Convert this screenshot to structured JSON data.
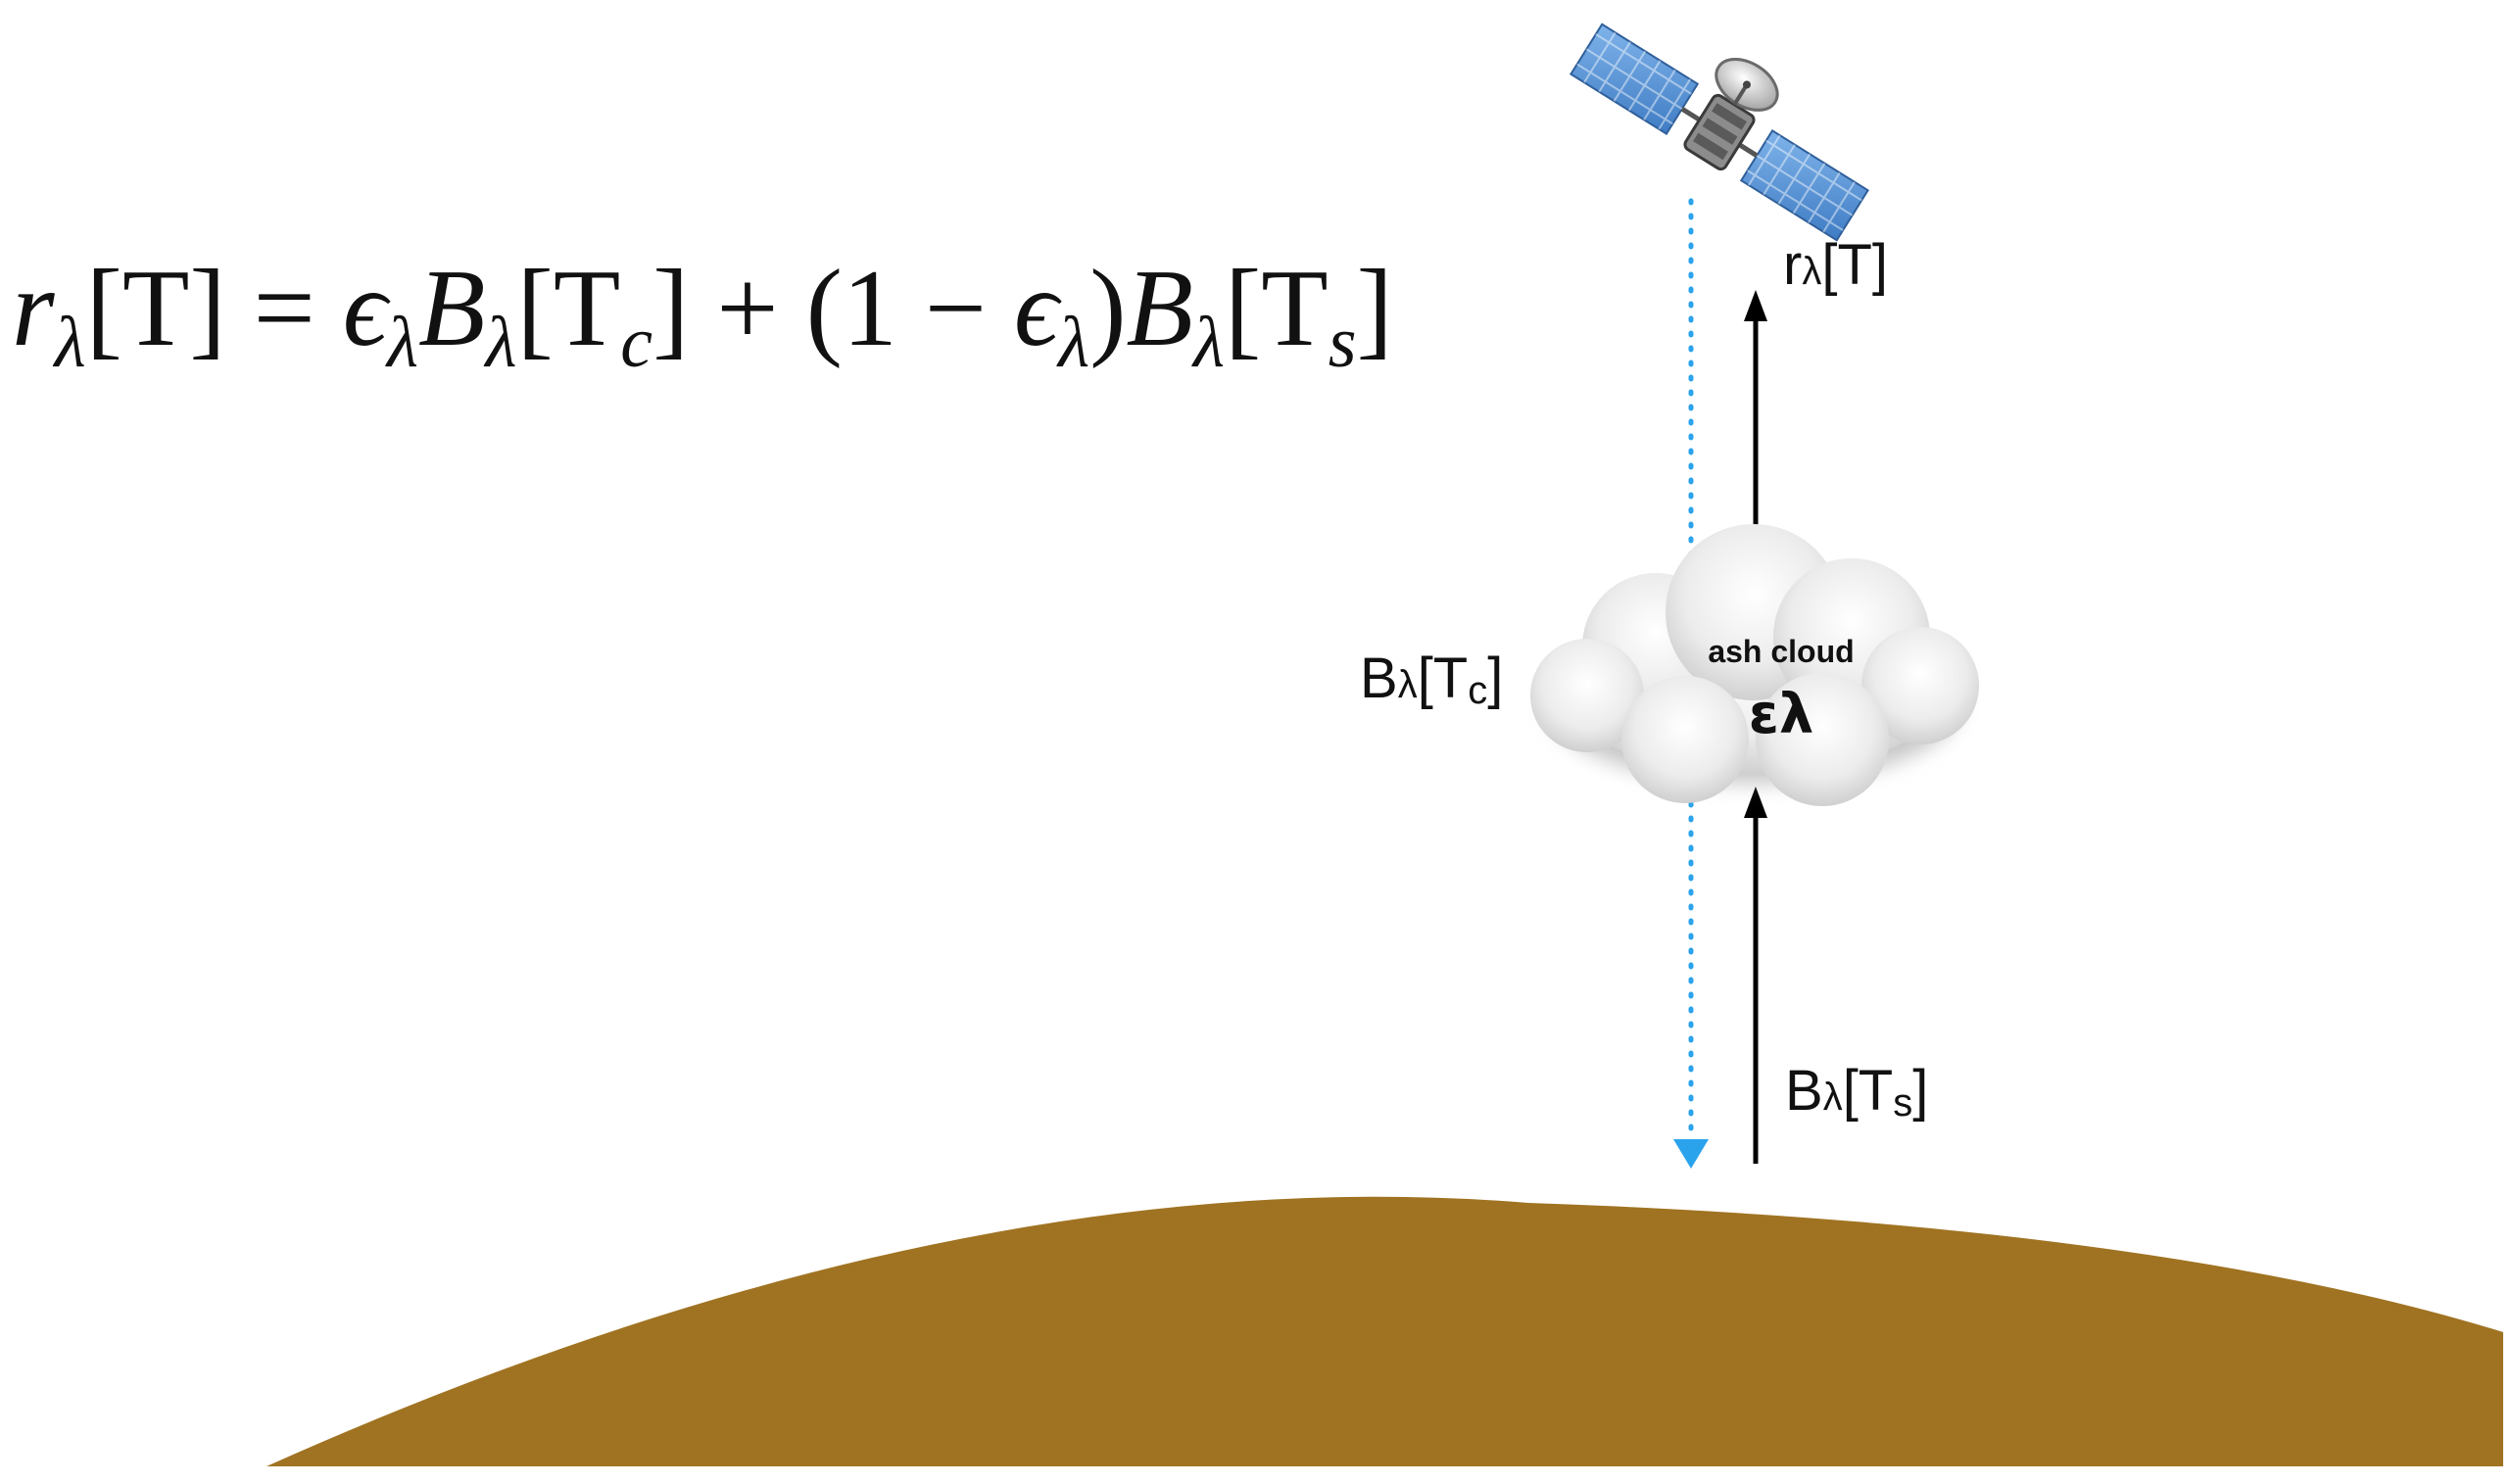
{
  "equation": {
    "lhs": "r",
    "lhs_sub": "λ",
    "lhs_arg": "[T]",
    "eq": " = ",
    "eps": "ϵ",
    "eps_sub": "λ",
    "b1": "B",
    "b1_sub": "λ",
    "b1_open": "[T",
    "b1_arg_sub": "c",
    "b1_close": "]",
    "plus": " + ",
    "paren_open": "(1 − ",
    "eps2": "ϵ",
    "eps2_sub": "λ",
    "paren_close": ")",
    "b2": "B",
    "b2_sub": "λ",
    "b2_open": "[T",
    "b2_arg_sub": "s",
    "b2_close": "]"
  },
  "labels": {
    "toa": {
      "main": "r",
      "sub": "λ",
      "arg": "[T]"
    },
    "cloud_emission": {
      "main": "B",
      "sub": "λ",
      "open": "[T",
      "arg_sub": "c",
      "close": "]"
    },
    "surface_emission": {
      "main": "B",
      "sub": "λ",
      "open": "[T",
      "arg_sub": "s",
      "close": "]"
    }
  },
  "cloud": {
    "title": "ash cloud",
    "emissivity": "ελ"
  },
  "icons": {
    "satellite": "satellite-icon",
    "cloud": "cloud-icon",
    "ground": "earth-surface"
  },
  "colors": {
    "ground": "#a07322",
    "line_of_sight": "#2aa3ec",
    "arrow": "#000000",
    "cloud_fill": "#e9e9e9",
    "solar_panel": "#5a95d6"
  }
}
